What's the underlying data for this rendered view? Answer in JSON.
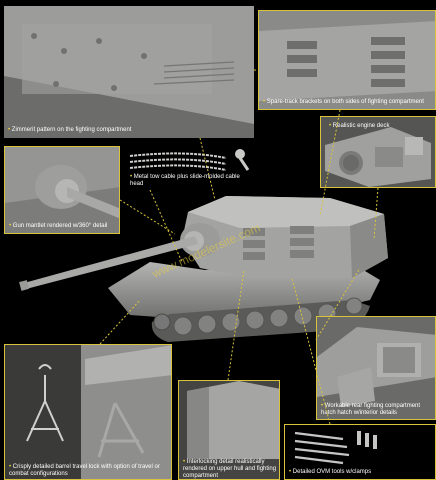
{
  "captions": {
    "zimmerit": "Zimmerit pattern on the fighting compartment",
    "spare_track": "Spare-track brackets on both sides of fighting compartment",
    "engine_deck": "Realistic engine deck",
    "gun_mantlet": "Gun mantlet rendered w/360° detail",
    "tow_cable": "Metal tow cable plus slide-molded cable head",
    "hatch": "Workable rear fighting compartment hatch hatch w/interior details",
    "barrel_lock": "Crisply detailed barrel travel lock with option of travel or combat configurations",
    "interlocking": "Interlocking detail realistically rendered on upper hull and fighting compartment",
    "ovm_tools": "Detailed OVM tools w/clamps"
  },
  "watermark": "www.modelersite.com",
  "colors": {
    "accent": "#d8c43a",
    "bullet": "#f0d23a",
    "background": "#000000",
    "model_grey": "#8d8d8b"
  }
}
